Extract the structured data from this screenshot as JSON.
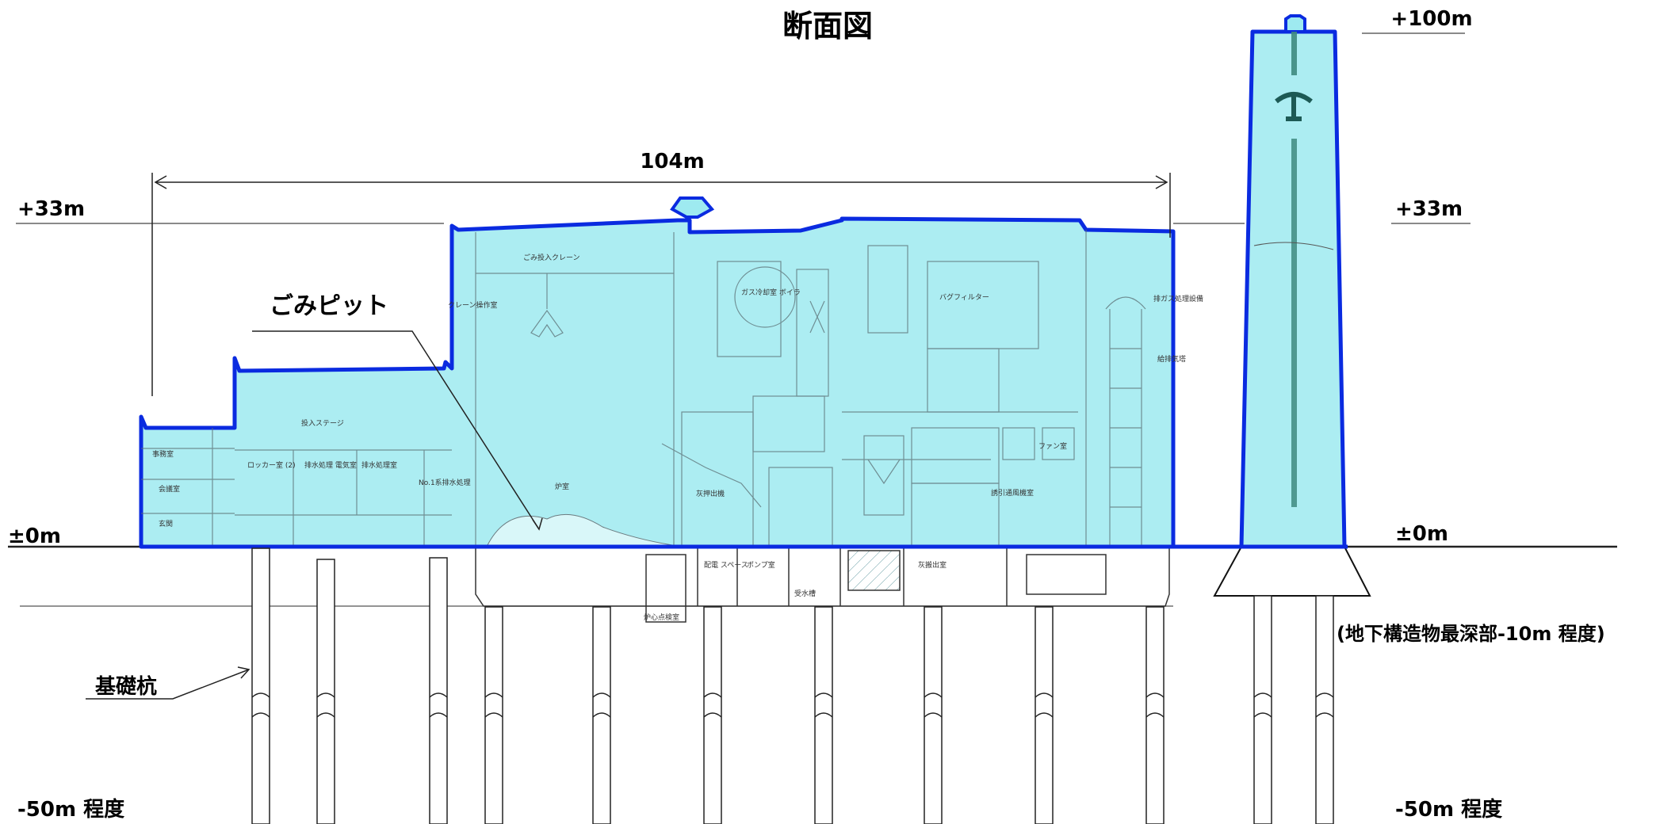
{
  "title": "断面図",
  "dimensions": {
    "width_label": "104m",
    "stack_top": "+100m",
    "level_left_33": "+33m",
    "level_right_33": "+33m",
    "ground_left": "±0m",
    "ground_right": "±0m",
    "deep_left": "-50m 程度",
    "deep_right": "-50m 程度"
  },
  "callouts": {
    "pit": "ごみピット",
    "piles": "基礎杭",
    "underground_note": "(地下構造物最深部-10m 程度)"
  },
  "rooms": [
    "ごみ投入クレーン",
    "クレーン操作室",
    "投入ステージ",
    "ロッカー室 (2)",
    "排水処理 電気室",
    "排水処理室",
    "No.1系排水処理",
    "ガス冷却室 ボイラ",
    "バグフィルター",
    "炉室",
    "ファン室",
    "誘引通風機室",
    "配電 スペース",
    "ポンプ室",
    "受水槽",
    "灰搬出室",
    "炉心点検室",
    "灰押出機",
    "排ガス処理設備",
    "給排気塔",
    "事務室",
    "会議室",
    "玄関"
  ],
  "colors": {
    "fill": "#9EEAF0",
    "outline": "#0A2BE0",
    "stack_band": "#3E8A80"
  }
}
